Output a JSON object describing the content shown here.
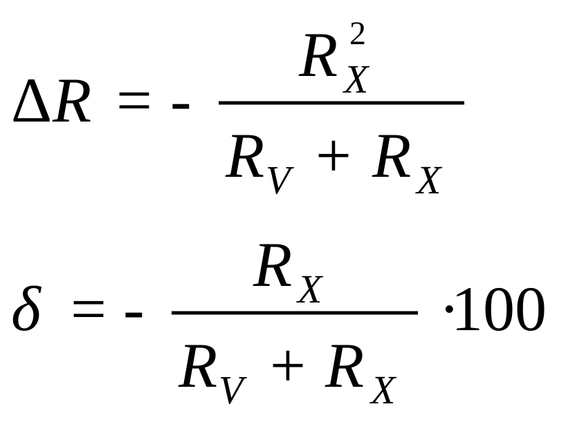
{
  "equation_1": {
    "lhs_delta": "Δ",
    "lhs_var": "R",
    "equals": "=",
    "minus": "-",
    "numerator": {
      "base": "R",
      "subscript": "X",
      "superscript": "2"
    },
    "denominator": {
      "term1_base": "R",
      "term1_sub": "V",
      "plus": "+",
      "term2_base": "R",
      "term2_sub": "X"
    }
  },
  "equation_2": {
    "lhs_var": "δ",
    "equals": "=",
    "minus": "-",
    "numerator": {
      "base": "R",
      "subscript": "X"
    },
    "denominator": {
      "term1_base": "R",
      "term1_sub": "V",
      "plus": "+",
      "term2_base": "R",
      "term2_sub": "X"
    },
    "dot": "·",
    "multiplier": "100"
  }
}
